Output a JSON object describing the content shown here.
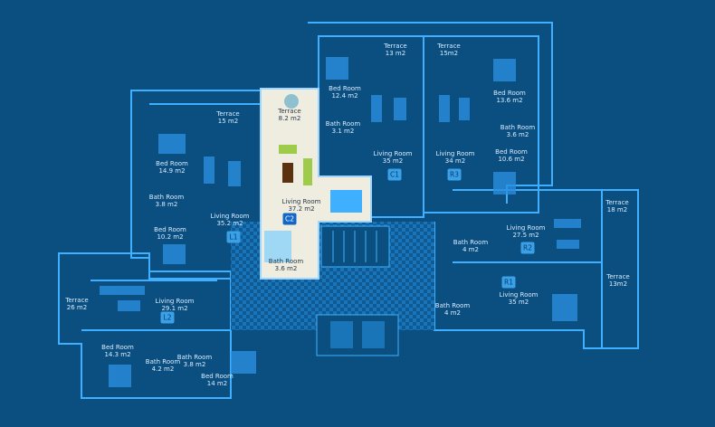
{
  "colors": {
    "background": "#0b4f80",
    "wall": "#3fb0ff",
    "selected_unit": "#efece0",
    "badge": "#3aa0e8",
    "selected_badge": "#1266c8"
  },
  "rooms": [
    {
      "name": "Terrace",
      "area": "15 m2"
    },
    {
      "name": "Terrace",
      "area": "8.2 m2"
    },
    {
      "name": "Bed Room",
      "area": "14.9 m2"
    },
    {
      "name": "Bath Room",
      "area": "3.8 m2"
    },
    {
      "name": "Bed Room",
      "area": "10.2 m2"
    },
    {
      "name": "Living Room",
      "area": "35.2 m2"
    },
    {
      "name": "Living Room",
      "area": "37.2 m2"
    },
    {
      "name": "Bath Room",
      "area": "3.6 m2"
    },
    {
      "name": "Terrace",
      "area": "13 m2"
    },
    {
      "name": "Terrace",
      "area": "15m2"
    },
    {
      "name": "Bed Room",
      "area": "12.4 m2"
    },
    {
      "name": "Bath Room",
      "area": "3.1 m2"
    },
    {
      "name": "Living Room",
      "area": "35  m2"
    },
    {
      "name": "Living Room",
      "area": "34  m2"
    },
    {
      "name": "Bed Room",
      "area": "13.6 m2"
    },
    {
      "name": "Bath Room",
      "area": "3.6 m2"
    },
    {
      "name": "Bed Room",
      "area": "10.6 m2"
    },
    {
      "name": "Terrace",
      "area": "18 m2"
    },
    {
      "name": "Living Room",
      "area": "27.5 m2"
    },
    {
      "name": "Bath Room",
      "area": "4 m2"
    },
    {
      "name": "Terrace",
      "area": "13m2"
    },
    {
      "name": "Living Room",
      "area": "35  m2"
    },
    {
      "name": "Bath Room",
      "area": "4 m2"
    },
    {
      "name": "Terrace",
      "area": "26 m2"
    },
    {
      "name": "Living Room",
      "area": "29.1 m2"
    },
    {
      "name": "Bed Room",
      "area": "14.3 m2"
    },
    {
      "name": "Bath Room",
      "area": "4.2 m2"
    },
    {
      "name": "Bath Room",
      "area": "3.8 m2"
    },
    {
      "name": "Bed Room",
      "area": "14 m2"
    }
  ],
  "units": [
    "L1",
    "C2",
    "C1",
    "R3",
    "R2",
    "R1",
    "L2"
  ],
  "selected_unit": "C2"
}
